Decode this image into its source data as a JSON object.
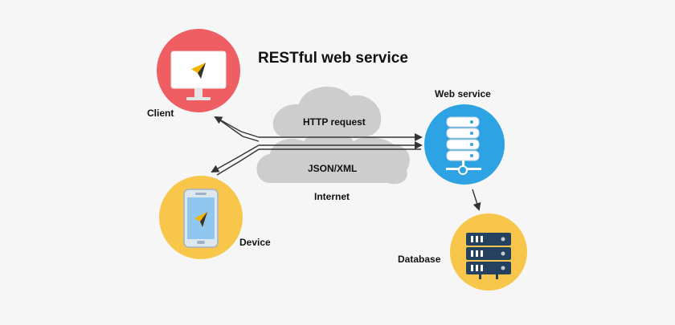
{
  "diagram": {
    "title": "RESTful web service",
    "nodes": {
      "client": {
        "label": "Client",
        "icon": "monitor-icon",
        "color": "#ef5e63"
      },
      "device": {
        "label": "Device",
        "icon": "smartphone-icon",
        "color": "#f7c64a"
      },
      "web_service": {
        "label": "Web service",
        "icon": "server-icon",
        "color": "#2ea3e3"
      },
      "database": {
        "label": "Database",
        "icon": "server-rack-icon",
        "color": "#f7c64a"
      },
      "internet": {
        "label": "Internet",
        "icon": "cloud-icon",
        "color": "#cfcfcf"
      }
    },
    "messages": {
      "request": "HTTP request",
      "response": "JSON/XML"
    }
  }
}
